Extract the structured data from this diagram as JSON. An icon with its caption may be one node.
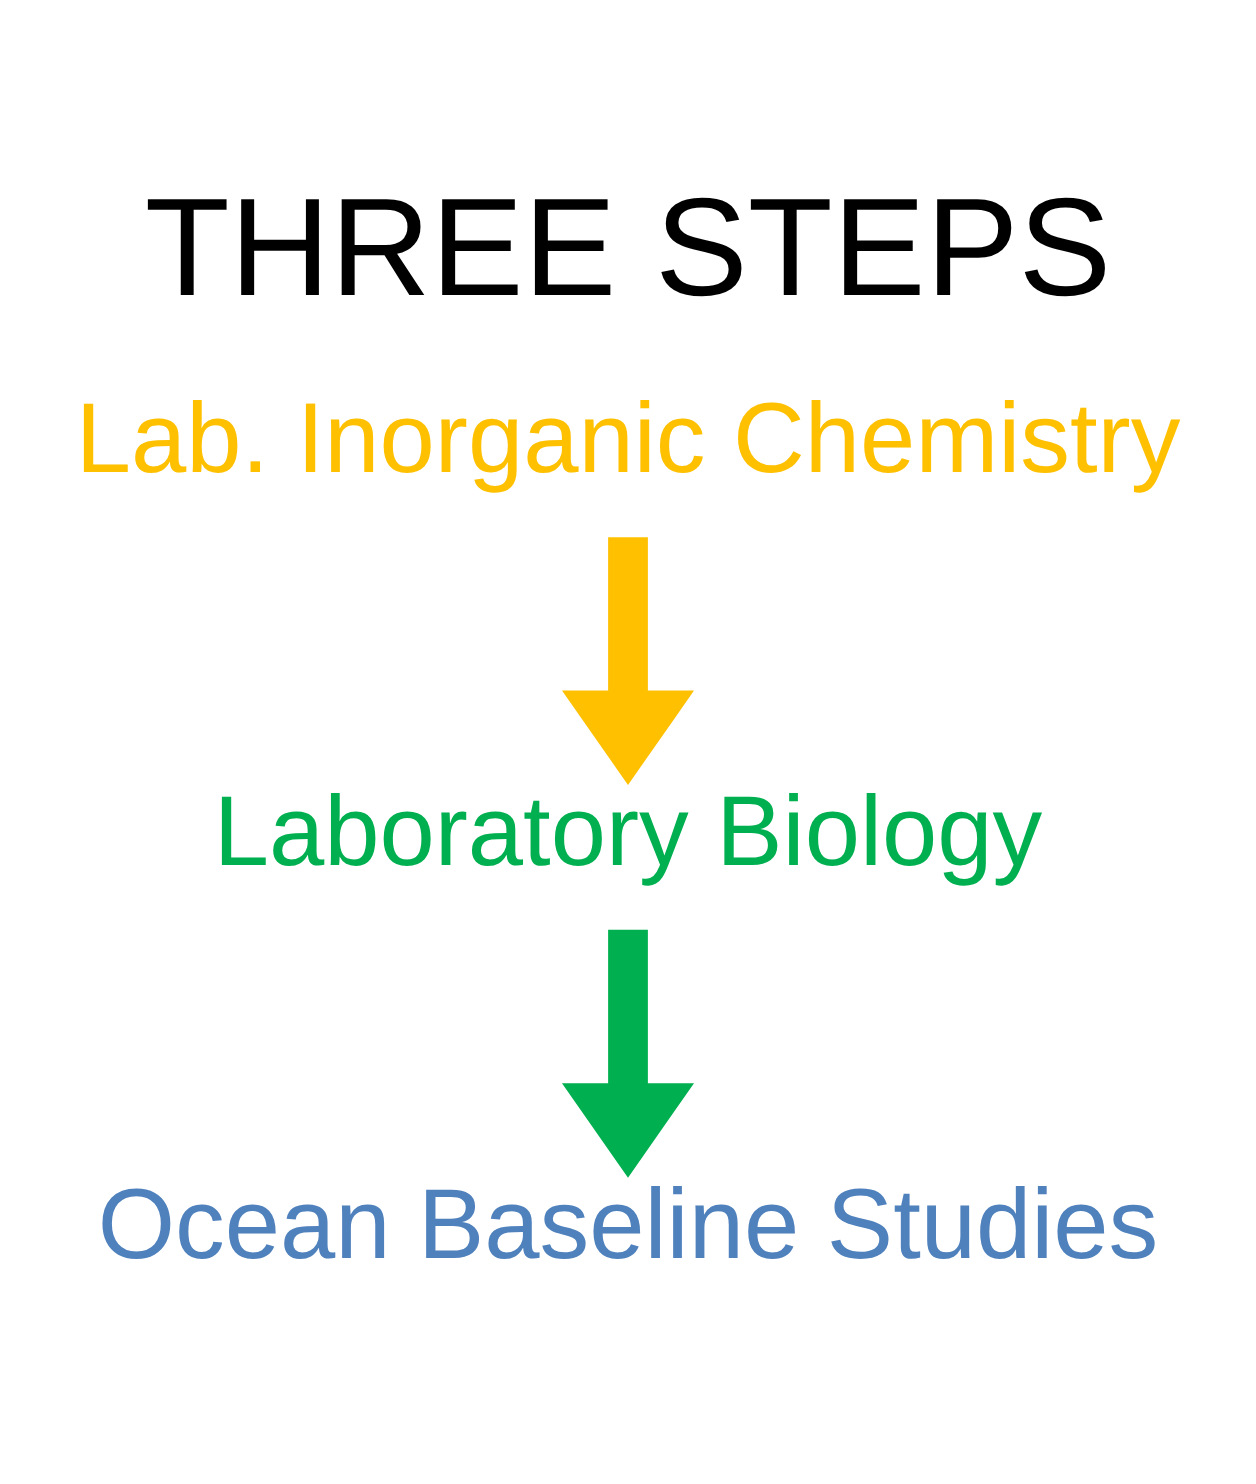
{
  "diagram": {
    "title": "THREE STEPS",
    "nodes": [
      {
        "text": [
          "Lab. Inorganic Chemistry"
        ]
      },
      {
        "text": [
          "Laboratory Biology"
        ]
      },
      {
        "text": [
          "Ocean Baseline Studies"
        ]
      }
    ],
    "edges": [
      {
        "from": 0,
        "to": 1,
        "arrow": "to",
        "color": "#ffc000"
      },
      {
        "from": 1,
        "to": 2,
        "arrow": "to",
        "color": "#00b050"
      }
    ]
  }
}
